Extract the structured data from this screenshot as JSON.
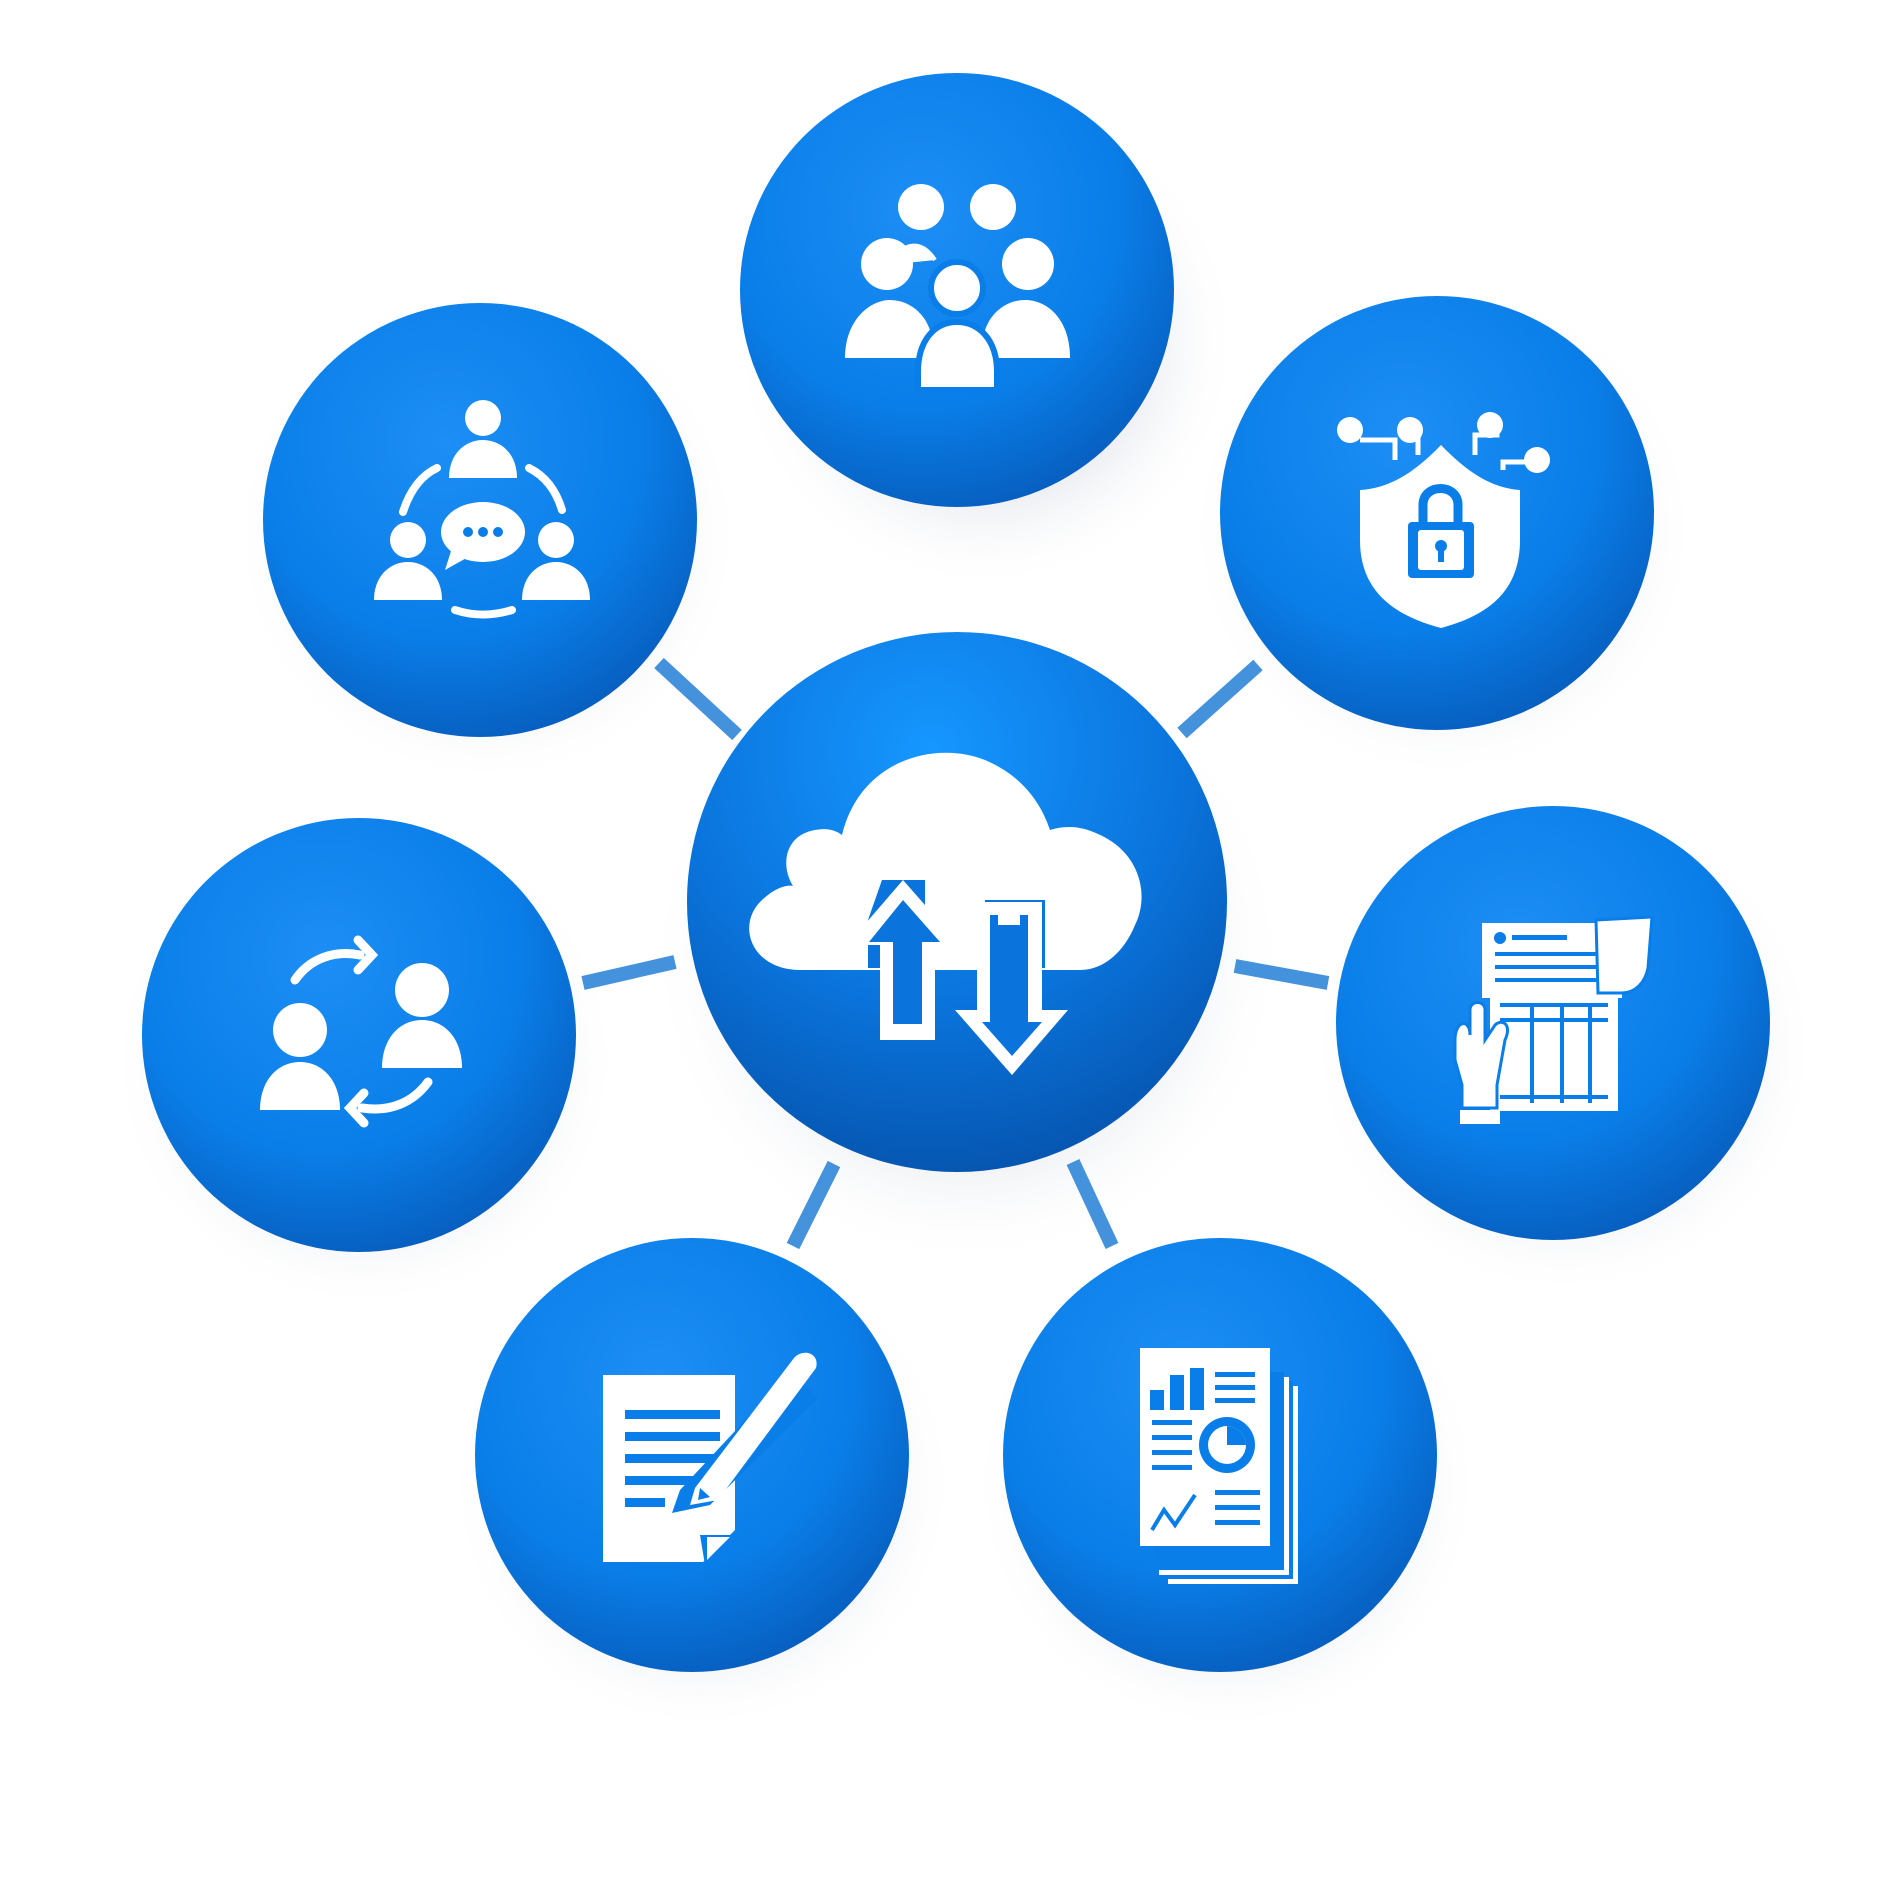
{
  "diagram": {
    "type": "hub-and-spoke",
    "colors": {
      "node_primary": "#0a7ee8",
      "node_dark": "#0659b8",
      "node_light": "#2f9bff",
      "connector": "#3f8fd9",
      "icon": "#ffffff",
      "background": "#ffffff"
    },
    "hub": {
      "icon": "cloud-upload-download-icon"
    },
    "satellites": [
      {
        "id": "top",
        "icon": "team-group-icon"
      },
      {
        "id": "upper-right",
        "icon": "cyber-security-shield-lock-icon"
      },
      {
        "id": "right",
        "icon": "document-handover-icon"
      },
      {
        "id": "lower-right",
        "icon": "analytics-report-icon"
      },
      {
        "id": "lower-left",
        "icon": "document-sign-icon"
      },
      {
        "id": "left",
        "icon": "user-exchange-icon"
      },
      {
        "id": "upper-left",
        "icon": "team-discussion-icon"
      }
    ]
  }
}
